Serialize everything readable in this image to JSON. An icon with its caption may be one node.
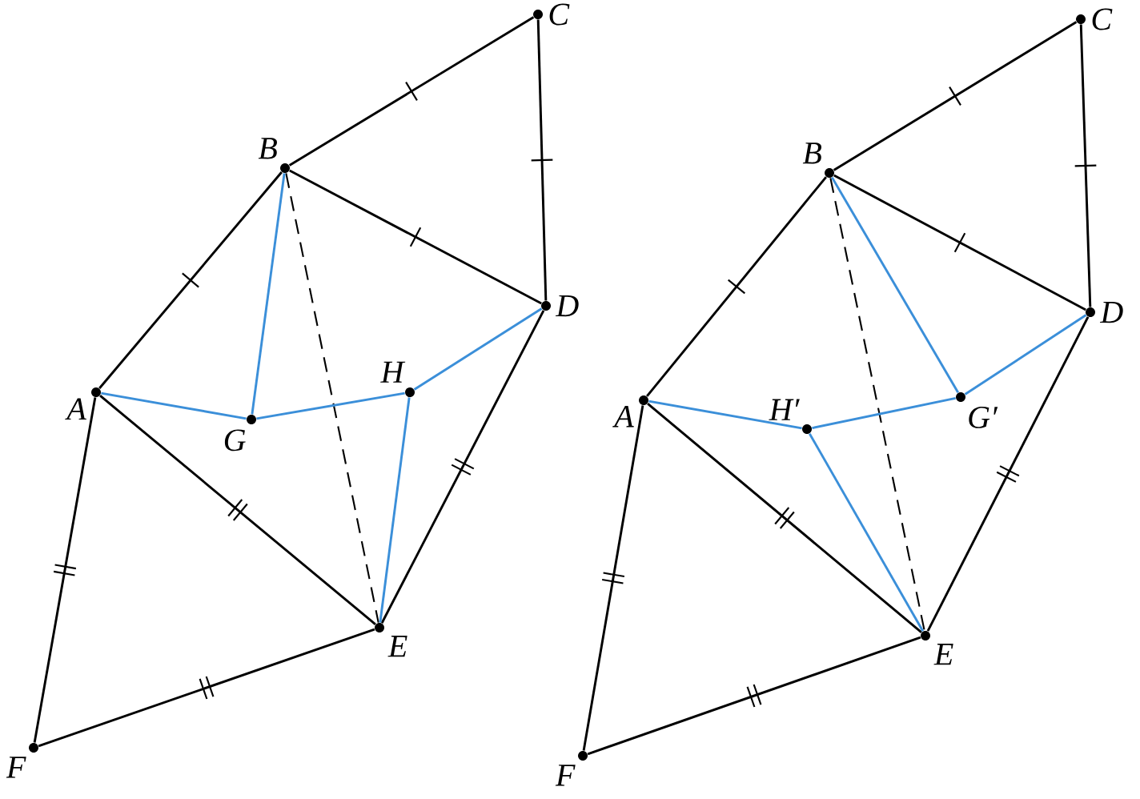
{
  "diagram": {
    "nodes": [
      {
        "text": [
          "A"
        ]
      },
      {
        "text": [
          "B"
        ]
      },
      {
        "text": [
          "C"
        ]
      },
      {
        "text": [
          "D"
        ]
      },
      {
        "text": [
          "E"
        ]
      },
      {
        "text": [
          "F"
        ]
      },
      {
        "text": [
          "G"
        ]
      },
      {
        "text": [
          "H"
        ]
      },
      {
        "text": [
          "A"
        ]
      },
      {
        "text": [
          "B"
        ]
      },
      {
        "text": [
          "C"
        ]
      },
      {
        "text": [
          "D"
        ]
      },
      {
        "text": [
          "E"
        ]
      },
      {
        "text": [
          "F"
        ]
      },
      {
        "text": [
          "H′"
        ]
      },
      {
        "text": [
          "G′"
        ]
      }
    ],
    "edges": [
      {
        "from": 0,
        "to": 1,
        "arrow": "none"
      },
      {
        "from": 1,
        "to": 2,
        "arrow": "none"
      },
      {
        "from": 2,
        "to": 3,
        "arrow": "none"
      },
      {
        "from": 1,
        "to": 3,
        "arrow": "none"
      },
      {
        "from": 3,
        "to": 4,
        "arrow": "none"
      },
      {
        "from": 0,
        "to": 4,
        "arrow": "none"
      },
      {
        "from": 0,
        "to": 5,
        "arrow": "none"
      },
      {
        "from": 5,
        "to": 4,
        "arrow": "none"
      },
      {
        "from": 1,
        "to": 4,
        "arrow": "none",
        "style": "dashed"
      },
      {
        "from": 0,
        "to": 6,
        "arrow": "none",
        "color": "#3b8fd9"
      },
      {
        "from": 1,
        "to": 6,
        "arrow": "none",
        "color": "#3b8fd9"
      },
      {
        "from": 6,
        "to": 7,
        "arrow": "none",
        "color": "#3b8fd9"
      },
      {
        "from": 7,
        "to": 3,
        "arrow": "none",
        "color": "#3b8fd9"
      },
      {
        "from": 7,
        "to": 4,
        "arrow": "none",
        "color": "#3b8fd9"
      },
      {
        "from": 8,
        "to": 9,
        "arrow": "none"
      },
      {
        "from": 9,
        "to": 10,
        "arrow": "none"
      },
      {
        "from": 10,
        "to": 11,
        "arrow": "none"
      },
      {
        "from": 9,
        "to": 11,
        "arrow": "none"
      },
      {
        "from": 11,
        "to": 12,
        "arrow": "none"
      },
      {
        "from": 8,
        "to": 12,
        "arrow": "none"
      },
      {
        "from": 8,
        "to": 13,
        "arrow": "none"
      },
      {
        "from": 13,
        "to": 12,
        "arrow": "none"
      },
      {
        "from": 9,
        "to": 12,
        "arrow": "none",
        "style": "dashed"
      },
      {
        "from": 8,
        "to": 14,
        "arrow": "none",
        "color": "#3b8fd9"
      },
      {
        "from": 14,
        "to": 15,
        "arrow": "none",
        "color": "#3b8fd9"
      },
      {
        "from": 15,
        "to": 11,
        "arrow": "none",
        "color": "#3b8fd9"
      },
      {
        "from": 9,
        "to": 15,
        "arrow": "none",
        "color": "#3b8fd9"
      },
      {
        "from": 14,
        "to": 12,
        "arrow": "none",
        "color": "#3b8fd9"
      }
    ]
  }
}
